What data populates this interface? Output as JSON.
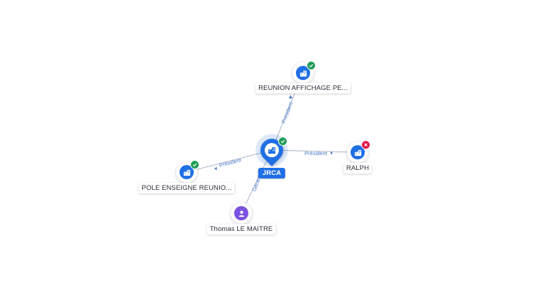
{
  "central": {
    "label": "JRCA",
    "icon": "company-icon",
    "status": "active",
    "accent": "#1f6fe5"
  },
  "nodes": [
    {
      "id": "reunion",
      "label": "REUNION AFFICHAGE PE...",
      "icon": "company-icon",
      "status": "active"
    },
    {
      "id": "ralph",
      "label": "RALPH",
      "icon": "company-icon",
      "status": "closed"
    },
    {
      "id": "pole",
      "label": "POLE ENSEIGNE REUNIO...",
      "icon": "company-icon",
      "status": "active"
    },
    {
      "id": "thomas",
      "label": "Thomas LE MAITRE",
      "icon": "person-icon"
    }
  ],
  "edges": [
    {
      "to": "reunion",
      "label": "Président"
    },
    {
      "to": "ralph",
      "label": "Président"
    },
    {
      "to": "pole",
      "label": "Président"
    },
    {
      "to": "thomas",
      "label": "Gérant"
    }
  ],
  "colors": {
    "edge": "#a9b4c4",
    "edge_label": "#4f79c9",
    "active": "#1f9d55",
    "closed": "#e0184a",
    "company": "#1f6fe5",
    "person": "#7c52df"
  }
}
